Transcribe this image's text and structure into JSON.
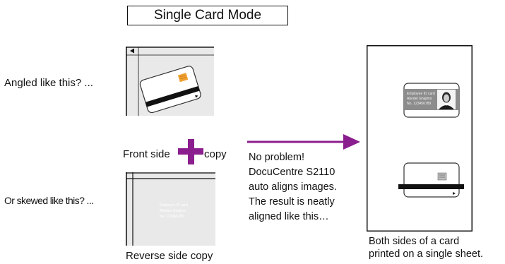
{
  "title": "Single Card Mode",
  "question_angled": "Angled like this? ...",
  "question_skewed": "Or skewed like this? ...",
  "front_label_left": "Front side",
  "front_label_right": "copy",
  "reverse_label": "Reverse side copy",
  "answer_lines": [
    "No problem!",
    "DocuCentre S2110",
    "auto aligns images.",
    "The result is neatly",
    "aligned like this…"
  ],
  "caption_lines": [
    "Both sides of a card",
    "printed on a single sheet."
  ],
  "skewed_card_text": [
    "Employee ID card",
    "Ahadan Ghajimo",
    "No. 123456789"
  ],
  "id_card_text": [
    "Employee ID card",
    "Abodel Ghajimo",
    "No. 123456789"
  ],
  "colors": {
    "arrow": "#8b1e8e",
    "plus": "#8b1e8e",
    "panel": "#e9e9e9",
    "magstripe": "#111111",
    "chip": "#f0a030",
    "id_header": "#8c8c8c"
  }
}
